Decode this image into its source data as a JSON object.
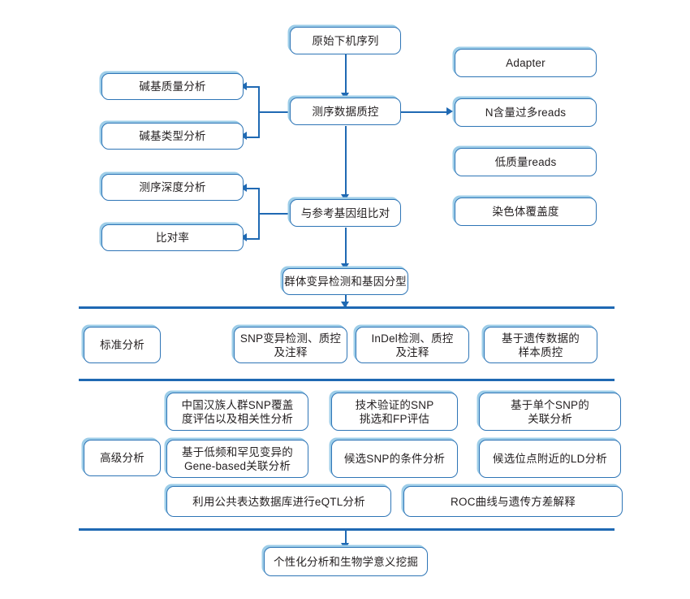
{
  "diagram": {
    "title_nodes": {
      "raw_sequence": "原始下机序列",
      "qc": "测序数据质控",
      "align": "与参考基因组比对",
      "variant_calling": "群体变异检测和基因分型",
      "personalized": "个性化分析和生物学意义挖掘"
    },
    "qc_outputs_left": [
      {
        "label": "碱基质量分析"
      },
      {
        "label": "碱基类型分析"
      }
    ],
    "qc_outputs_right": [
      {
        "label": "Adapter"
      },
      {
        "label": "N含量过多reads"
      },
      {
        "label": "低质量reads"
      }
    ],
    "align_outputs_left": [
      {
        "label": "测序深度分析"
      },
      {
        "label": "比对率"
      }
    ],
    "align_outputs_right": [
      {
        "label": "染色体覆盖度"
      }
    ],
    "sections": [
      {
        "name": "standard",
        "label": "标准分析",
        "items": [
          {
            "label": "SNP变异检测、质控\n及注释"
          },
          {
            "label": "InDel检测、质控\n及注释"
          },
          {
            "label": "基于遗传数据的\n样本质控"
          }
        ]
      },
      {
        "name": "advanced",
        "label": "高级分析",
        "items": [
          {
            "label": "中国汉族人群SNP覆盖\n度评估以及相关性分析"
          },
          {
            "label": "技术验证的SNP\n挑选和FP评估"
          },
          {
            "label": "基于单个SNP的\n关联分析"
          },
          {
            "label": "基于低频和罕见变异的\nGene-based关联分析"
          },
          {
            "label": "候选SNP的条件分析"
          },
          {
            "label": "候选位点附近的LD分析"
          },
          {
            "label": "利用公共表达数据库进行eQTL分析"
          },
          {
            "label": "ROC曲线与遗传方差解释"
          }
        ]
      }
    ],
    "colors": {
      "border": "#2E75B6",
      "shadow": "#9DCDE8",
      "connector": "#1F69B3",
      "background": "#FFFFFF",
      "text": "#231F20"
    }
  }
}
